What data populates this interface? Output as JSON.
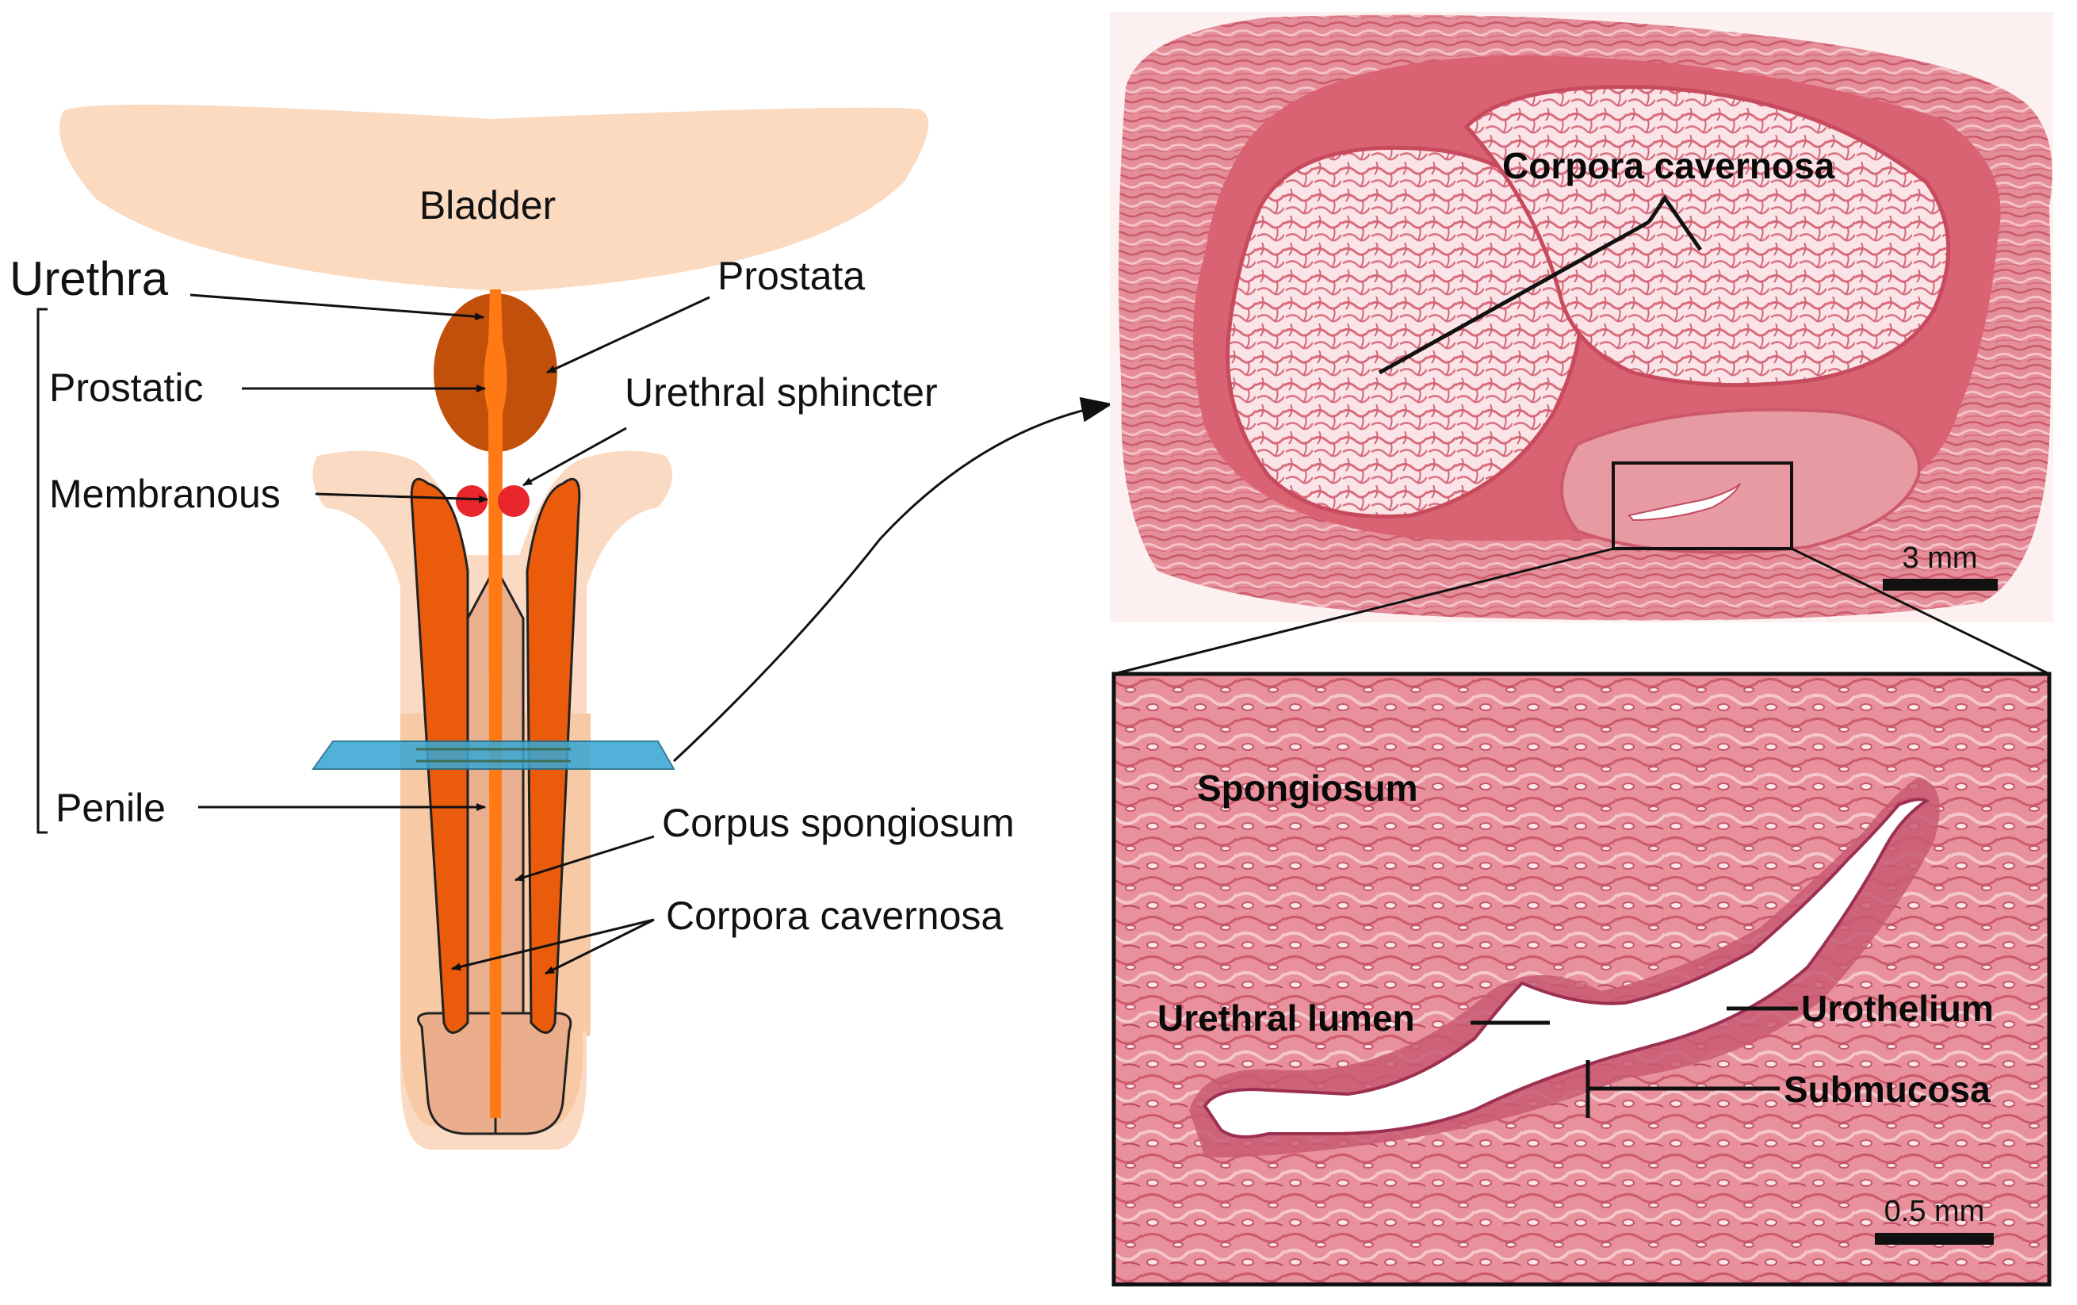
{
  "colors": {
    "bladder": "#fcd6b9",
    "prostate": "#c2500b",
    "urethra": "#ff7a14",
    "sphincter": "#e8262c",
    "cavernosa": "#ea5b0c",
    "spongiosum": "#eab08f",
    "skin": "#fbdac3",
    "section_plane": "#3aa7d3",
    "histology_pink": "#e89aa3",
    "histology_light": "#fde9ec"
  },
  "schematic": {
    "bladder": "Bladder",
    "urethra": "Urethra",
    "prostatic": "Prostatic",
    "membranous": "Membranous",
    "penile": "Penile",
    "prostata": "Prostata",
    "urethral_sphincter": "Urethral sphincter",
    "corpus_spongiosum": "Corpus spongiosum",
    "corpora_cavernosa": "Corpora cavernosa"
  },
  "overview": {
    "corpora_cavernosa": "Corpora cavernosa",
    "scale": "3 mm"
  },
  "zoom": {
    "spongiosum": "Spongiosum",
    "urethral_lumen": "Urethral lumen",
    "urothelium": "Urothelium",
    "submucosa": "Submucosa",
    "scale": "0.5 mm"
  }
}
